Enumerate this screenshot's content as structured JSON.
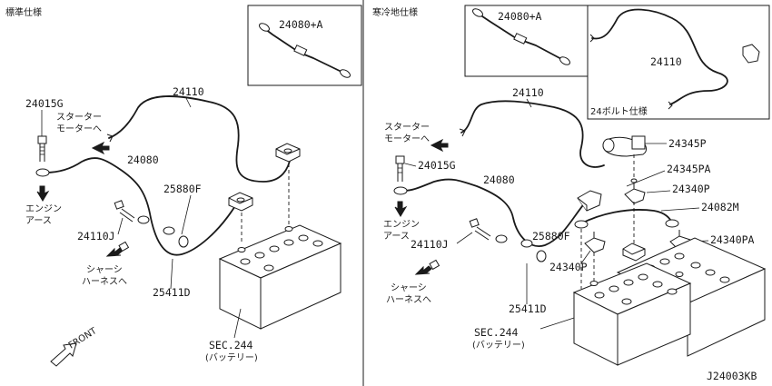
{
  "diagram": {
    "sections": {
      "standard": "標準仕様",
      "cold": "寒冷地仕様",
      "volt24": "24ボルト仕様"
    },
    "labels": {
      "inset_a_left": "24080+A",
      "inset_a_right": "24080+A",
      "inset_b_cable": "24110",
      "cable_main_left": "24110",
      "cable_main_right": "24110",
      "bolt_left": "24015G",
      "bolt_right": "24015G",
      "starter_left_1": "スターター",
      "starter_left_2": "モーターへ",
      "starter_right_1": "スターター",
      "starter_right_2": "モーターへ",
      "cable_24080_left": "24080",
      "cable_24080_right": "24080",
      "engine_left_1": "エンジン",
      "engine_left_2": "アース",
      "engine_right_1": "エンジン",
      "engine_right_2": "アース",
      "clip_left": "25880F",
      "clip_right": "25880F",
      "ground_left": "24110J",
      "ground_right": "24110J",
      "chassis_left_1": "シャーシ",
      "chassis_left_2": "ハーネスへ",
      "chassis_right_1": "シャーシ",
      "chassis_right_2": "ハーネスへ",
      "clamp_left": "25411D",
      "clamp_right": "25411D",
      "cover": "24345P",
      "cover_a": "24345PA",
      "terminal_p": "24340P",
      "terminal_p_lower": "24340P",
      "terminal_pa": "24340PA",
      "jumper": "24082M",
      "sec_left_1": "SEC.244",
      "sec_left_2": "(バッテリー)",
      "sec_right_1": "SEC.244",
      "sec_right_2": "(バッテリー)",
      "front": "FRONT",
      "drawing_id": "J24003KB"
    }
  }
}
